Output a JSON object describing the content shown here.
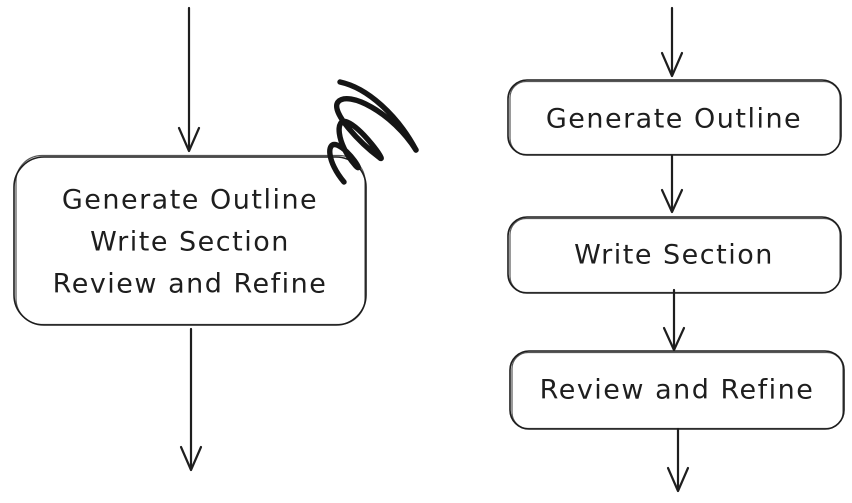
{
  "diagram": {
    "style": "hand-drawn-flowchart",
    "background_color": "#ffffff",
    "stroke_color": "#1e1e1e",
    "left_flow": {
      "description": "single combined process box with scribble annotation",
      "box_lines": {
        "line1": "Generate Outline",
        "line2": "Write Section",
        "line3": "Review and Refine"
      }
    },
    "right_flow": {
      "description": "three sequential process boxes",
      "steps": {
        "step1": "Generate Outline",
        "step2": "Write Section",
        "step3": "Review and Refine"
      }
    }
  }
}
